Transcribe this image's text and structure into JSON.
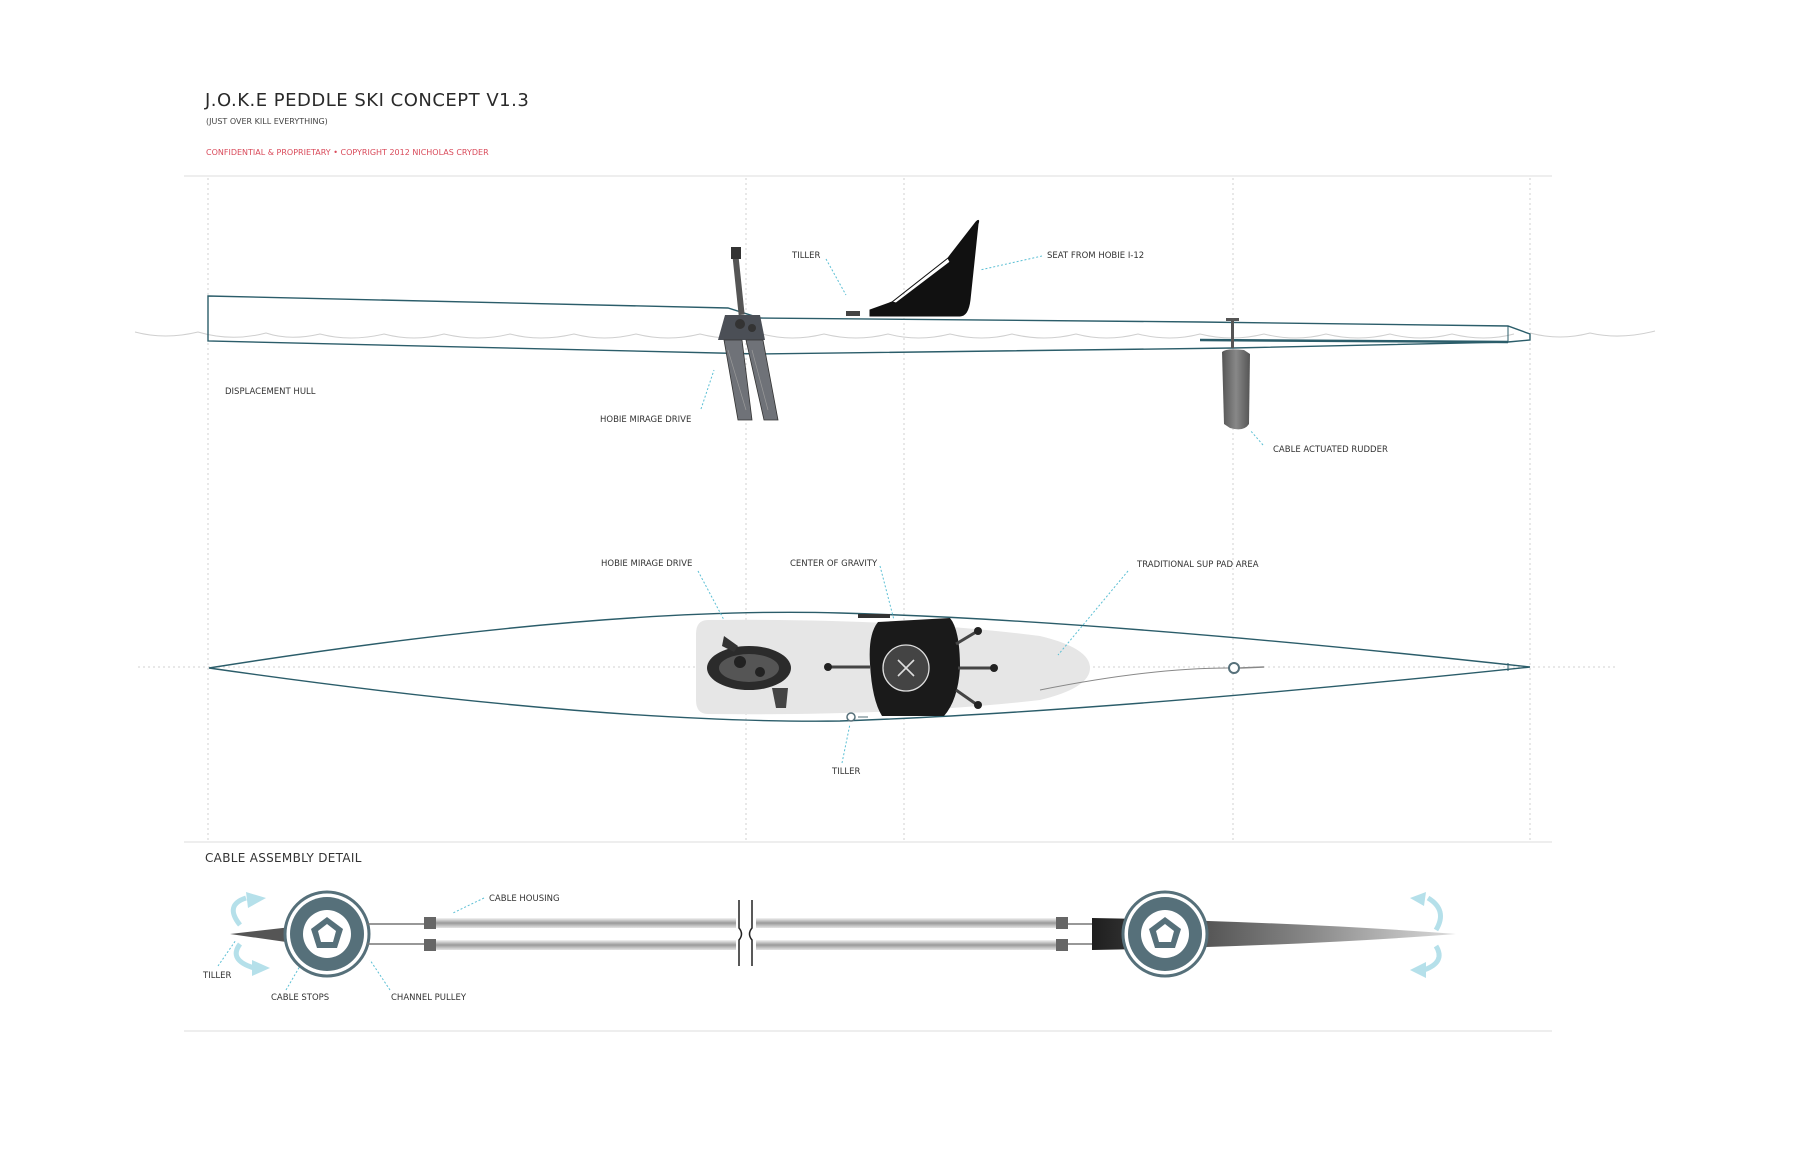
{
  "header": {
    "title": "J.O.K.E PEDDLE SKI CONCEPT V1.3",
    "subtitle": "(JUST OVER KILL EVERYTHING)",
    "confidential": "CONFIDENTIAL & PROPRIETARY • COPYRIGHT 2012 NICHOLAS CRYDER"
  },
  "side_view": {
    "tiller": "TILLER",
    "seat": "SEAT FROM HOBIE I-12",
    "hull": "DISPLACEMENT HULL",
    "drive": "HOBIE MIRAGE DRIVE",
    "rudder": "CABLE ACTUATED RUDDER"
  },
  "top_view": {
    "drive": "HOBIE MIRAGE DRIVE",
    "cog": "CENTER OF GRAVITY",
    "sup": "TRADITIONAL SUP PAD AREA",
    "tiller": "TILLER"
  },
  "cable_detail": {
    "title": "CABLE ASSEMBLY DETAIL",
    "housing": "CABLE HOUSING",
    "tiller": "TILLER",
    "stops": "CABLE STOPS",
    "pulley": "CHANNEL PULLEY"
  },
  "colors": {
    "hull": "#2b5d6a",
    "accent_red": "#d94a5a",
    "leader": "#5bbfd4",
    "arrow": "#b5e0ea",
    "pulley": "#56707a",
    "water": "#c8c8c8",
    "grid": "#d8d8d8"
  }
}
